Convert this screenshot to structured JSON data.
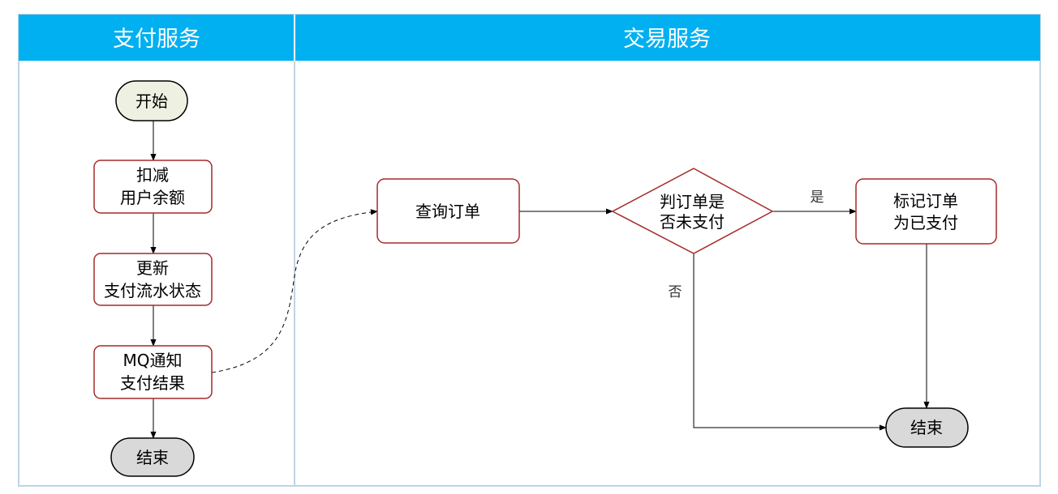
{
  "colors": {
    "lane_header": "#00b0f0",
    "lane_border": "#c0d4e4",
    "node_border": "#a52a2a",
    "start_fill": "#eef1e2",
    "end_fill": "#d9d9d9",
    "edge": "#000000"
  },
  "lanes": [
    {
      "title": "支付服务"
    },
    {
      "title": "交易服务"
    }
  ],
  "nodes": {
    "start": {
      "lines": [
        "开始"
      ]
    },
    "deduct": {
      "lines": [
        "扣减",
        "用户余额"
      ]
    },
    "update": {
      "lines": [
        "更新",
        "支付流水状态"
      ]
    },
    "notify": {
      "lines": [
        "MQ通知",
        "支付结果"
      ]
    },
    "end_pay": {
      "lines": [
        "结束"
      ]
    },
    "query": {
      "lines": [
        "查询订单"
      ]
    },
    "decision": {
      "lines": [
        "判订单是",
        "否未支付"
      ]
    },
    "mark": {
      "lines": [
        "标记订单",
        "为已支付"
      ]
    },
    "end_trade": {
      "lines": [
        "结束"
      ]
    }
  },
  "edge_labels": {
    "yes": "是",
    "no": "否"
  }
}
